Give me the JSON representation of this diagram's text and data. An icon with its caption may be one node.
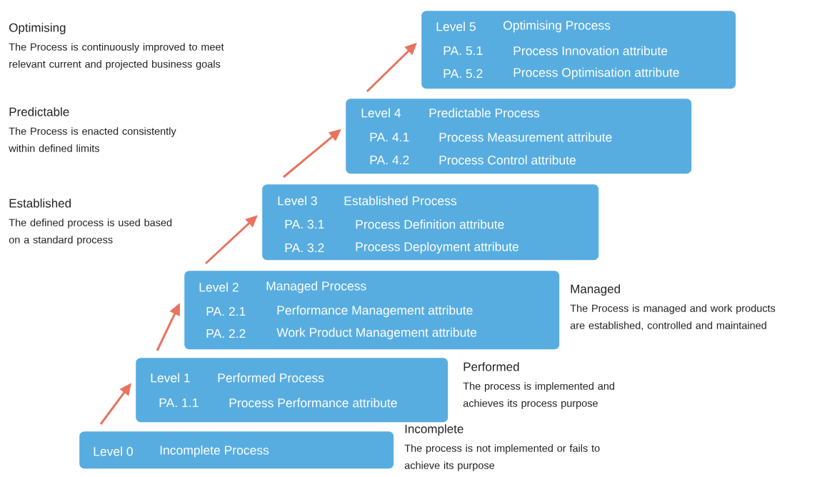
{
  "diagram": {
    "nodes": [
      {
        "text": [
          "Level 5",
          "Optimising Process",
          "PA. 5.1",
          "Process Innovation attribute",
          "PA. 5.2",
          "Process Optimisation attribute"
        ],
        "beside": [
          "Optimising",
          "The Process is continuously improved to meet relevant current and projected business goals"
        ]
      },
      {
        "text": [
          "Level 4",
          "Predictable Process",
          "PA. 4.1",
          "Process Measurement attribute",
          "PA. 4.2",
          "Process Control attribute"
        ],
        "beside": [
          "Predictable",
          "The Process is enacted consistently within defined limits"
        ]
      },
      {
        "text": [
          "Level 3",
          "Established Process",
          "PA. 3.1",
          "Process Definition attribute",
          "PA. 3.2",
          "Process Deployment attribute"
        ],
        "beside": [
          "Established",
          "The defined process is used based on a standard process"
        ]
      },
      {
        "text": [
          "Level 2",
          "Managed Process",
          "PA. 2.1",
          "Performance Management attribute",
          "PA. 2.2",
          "Work Product Management attribute"
        ],
        "beside": [
          "Managed",
          "The Process is managed and work products are established, controlled and maintained"
        ]
      },
      {
        "text": [
          "Level 1",
          "Performed Process",
          "PA. 1.1",
          "Process Performance attribute"
        ],
        "beside": [
          "Performed",
          "The process is implemented and achieves its process purpose"
        ]
      },
      {
        "text": [
          "Level 0",
          "Incomplete Process"
        ],
        "beside": [
          "Incomplete",
          "The process is not implemented or fails to achieve its purpose"
        ]
      }
    ],
    "edges": [
      {
        "from": 5,
        "to": 4,
        "arrow": "to"
      },
      {
        "from": 4,
        "to": 3,
        "arrow": "to"
      },
      {
        "from": 3,
        "to": 2,
        "arrow": "to"
      },
      {
        "from": 2,
        "to": 1,
        "arrow": "to"
      },
      {
        "from": 1,
        "to": 0,
        "arrow": "to"
      }
    ]
  }
}
